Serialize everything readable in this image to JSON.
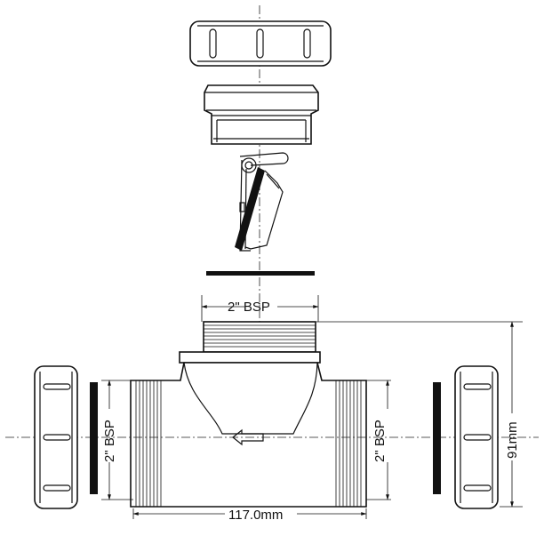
{
  "labels": {
    "top_bsp": "2\" BSP",
    "left_bsp": "2\" BSP",
    "right_bsp": "2\" BSP",
    "width_dim": "117.0mm",
    "height_dim": "91mm"
  },
  "colors": {
    "line": "#111111",
    "seal": "#111111",
    "background": "#ffffff"
  }
}
